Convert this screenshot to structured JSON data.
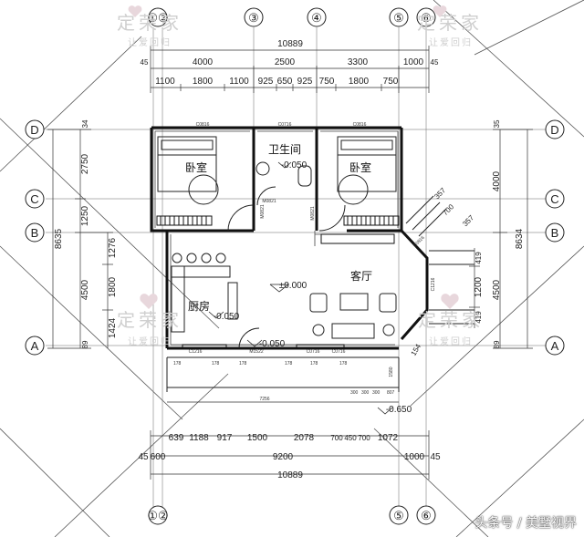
{
  "drawing": {
    "rooms": {
      "bedroom_left": "卧室",
      "bedroom_right": "卧室",
      "bathroom": "卫生间",
      "bathroom_level": "-0.050",
      "living": "客厅",
      "living_level": "±0.000",
      "kitchen": "厨房",
      "kitchen_level": "-0.050",
      "entry_level": "-0.050",
      "outside_level": "-0.650"
    },
    "axes": {
      "top": [
        "①②",
        "③",
        "④",
        "⑤",
        "⑥"
      ],
      "bottom": [
        "①②",
        "⑤",
        "⑥"
      ],
      "left": [
        "D",
        "C",
        "B",
        "A"
      ],
      "right": [
        "D",
        "C",
        "B",
        "A"
      ]
    },
    "dims_top": {
      "total": "10889",
      "edge_left": "45",
      "edge_right": "45",
      "row2": [
        "4000",
        "2500",
        "3300",
        "1000"
      ],
      "row3": [
        "1100",
        "1800",
        "1100",
        "925",
        "650",
        "925",
        "750",
        "1800",
        "750"
      ]
    },
    "dims_bottom": {
      "row1": [
        "639",
        "1188",
        "917",
        "1500",
        "2078",
        "700",
        "450",
        "700",
        "1072"
      ],
      "edge_left": "45",
      "edge_left2": "600",
      "mid": "9200",
      "mid_right": "1000",
      "edge_right": "45",
      "total": "10889",
      "inner": "7256"
    },
    "dims_left": {
      "total": "8635",
      "outer": [
        "2750",
        "1250",
        "4500",
        "89"
      ],
      "inner": [
        "1276",
        "1800",
        "1424"
      ],
      "top_small": "34"
    },
    "dims_right": {
      "total": "8634",
      "outer": [
        "4000",
        "4500",
        "89"
      ],
      "inner": [
        "419",
        "1200",
        "419"
      ],
      "top_small": "35",
      "diag": [
        "357",
        "700",
        "357",
        "154"
      ]
    },
    "openings": {
      "c_left": "C0816",
      "c_bath": "C0716",
      "c_right": "C0816",
      "m_left": "M0821",
      "m_right": "M0821",
      "m_bath": "M0821",
      "m_entry": "M1522",
      "c_front1": "C1216",
      "c_front2": "C0716",
      "c_front3": "C0716",
      "c_side": "C1216",
      "c_corner": "C0816"
    },
    "small_dims": [
      "178",
      "178",
      "178",
      "178",
      "178",
      "178",
      "1580",
      "300",
      "300",
      "300",
      "807"
    ]
  },
  "watermark": {
    "brand": "定荣家",
    "slogan": "让爱回归"
  },
  "credit": "头条号 / 美墅视界"
}
